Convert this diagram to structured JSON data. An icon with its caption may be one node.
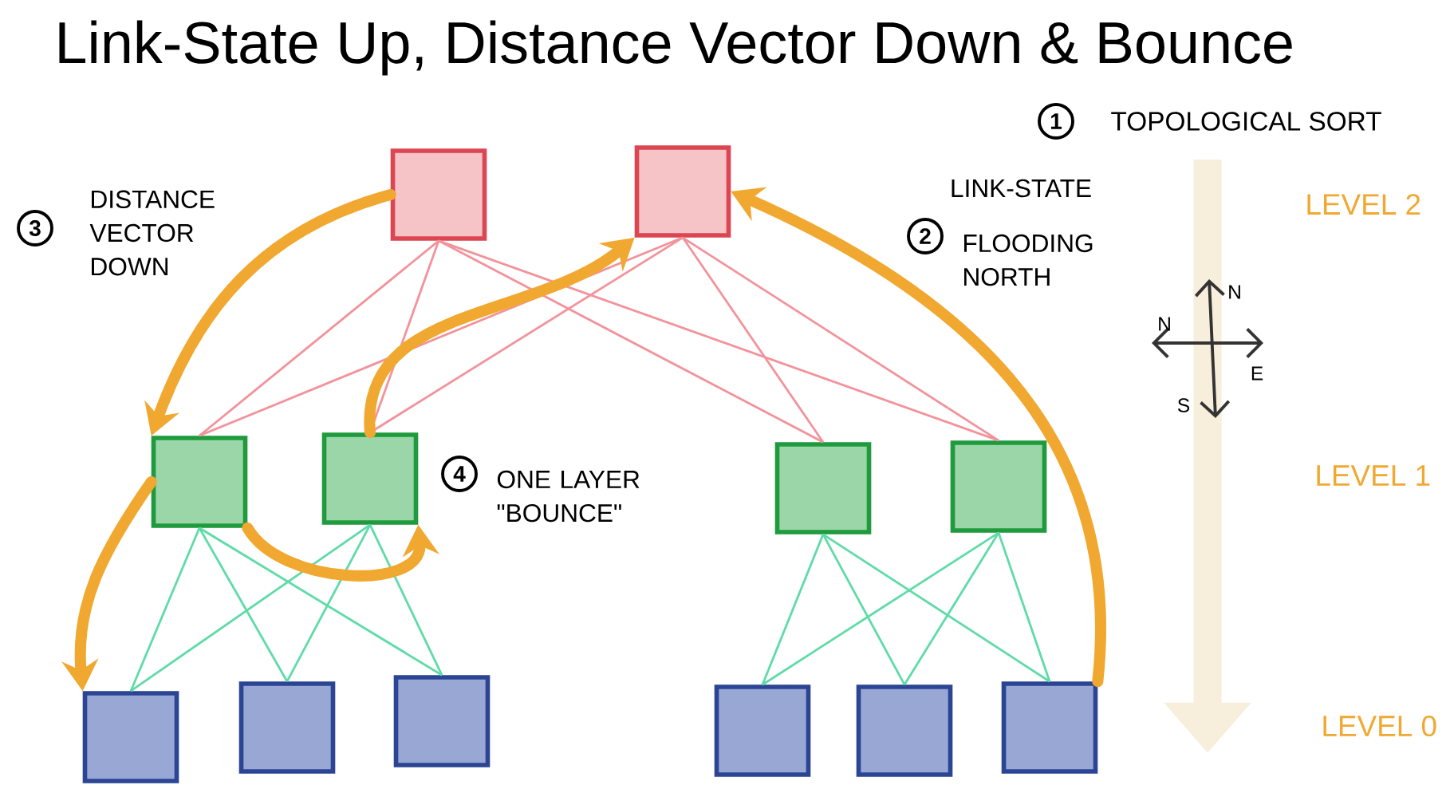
{
  "diagram": {
    "title": "Link-State Up, Distance Vector Down & Bounce",
    "nodes": [
      {
        "text": [],
        "shape": "box"
      },
      {
        "text": [],
        "shape": "box"
      },
      {
        "text": [],
        "shape": "box"
      },
      {
        "text": [],
        "shape": "box"
      },
      {
        "text": [],
        "shape": "box"
      },
      {
        "text": [],
        "shape": "box"
      },
      {
        "text": [],
        "shape": "box"
      },
      {
        "text": [],
        "shape": "box"
      },
      {
        "text": [],
        "shape": "box"
      },
      {
        "text": [],
        "shape": "box"
      },
      {
        "text": [],
        "shape": "box"
      },
      {
        "text": [],
        "shape": "box"
      }
    ],
    "edges": [
      {
        "from": 0,
        "to": 2,
        "arrow": "none",
        "color": "#f2939b"
      },
      {
        "from": 0,
        "to": 3,
        "arrow": "none",
        "color": "#f2939b"
      },
      {
        "from": 0,
        "to": 4,
        "arrow": "none",
        "color": "#f2939b"
      },
      {
        "from": 0,
        "to": 5,
        "arrow": "none",
        "color": "#f2939b"
      },
      {
        "from": 1,
        "to": 2,
        "arrow": "none",
        "color": "#f2939b"
      },
      {
        "from": 1,
        "to": 3,
        "arrow": "none",
        "color": "#f2939b"
      },
      {
        "from": 1,
        "to": 4,
        "arrow": "none",
        "color": "#f2939b"
      },
      {
        "from": 1,
        "to": 5,
        "arrow": "none",
        "color": "#f2939b"
      },
      {
        "from": 2,
        "to": 6,
        "arrow": "none",
        "color": "#5fdba8"
      },
      {
        "from": 2,
        "to": 7,
        "arrow": "none",
        "color": "#5fdba8"
      },
      {
        "from": 2,
        "to": 8,
        "arrow": "none",
        "color": "#5fdba8"
      },
      {
        "from": 3,
        "to": 6,
        "arrow": "none",
        "color": "#5fdba8"
      },
      {
        "from": 3,
        "to": 7,
        "arrow": "none",
        "color": "#5fdba8"
      },
      {
        "from": 3,
        "to": 8,
        "arrow": "none",
        "color": "#5fdba8"
      },
      {
        "from": 4,
        "to": 9,
        "arrow": "none",
        "color": "#5fdba8"
      },
      {
        "from": 4,
        "to": 10,
        "arrow": "none",
        "color": "#5fdba8"
      },
      {
        "from": 4,
        "to": 11,
        "arrow": "none",
        "color": "#5fdba8"
      },
      {
        "from": 5,
        "to": 9,
        "arrow": "none",
        "color": "#5fdba8"
      },
      {
        "from": 5,
        "to": 10,
        "arrow": "none",
        "color": "#5fdba8"
      },
      {
        "from": 5,
        "to": 11,
        "arrow": "none",
        "color": "#5fdba8"
      },
      {
        "from": 0,
        "to": 2,
        "arrow": "to",
        "style": "thick",
        "color": "#f0a830"
      },
      {
        "from": 2,
        "to": 6,
        "arrow": "to",
        "style": "thick",
        "color": "#f0a830"
      },
      {
        "from": 2,
        "to": 3,
        "arrow": "to",
        "style": "thick",
        "color": "#f0a830"
      },
      {
        "from": 3,
        "to": 1,
        "arrow": "to",
        "style": "thick",
        "color": "#f0a830"
      },
      {
        "from": 11,
        "to": 1,
        "arrow": "to",
        "style": "thick",
        "color": "#f0a830"
      }
    ],
    "labels": [
      "1",
      "TOPOLOGICAL SORT",
      "3",
      "DISTANCE VECTOR DOWN",
      "LINK-STATE",
      "2",
      "FLOODING NORTH",
      "LEVEL 2",
      "N",
      "N",
      "E",
      "S",
      "4",
      "ONE LAYER \"BOUNCE\"",
      "LEVEL 1",
      "LEVEL 0"
    ]
  }
}
